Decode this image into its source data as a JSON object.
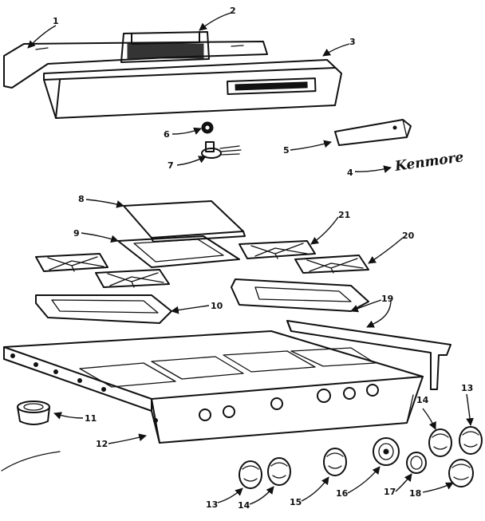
{
  "diagram": {
    "callouts": [
      "1",
      "2",
      "3",
      "4",
      "5",
      "6",
      "7",
      "8",
      "9",
      "10",
      "11",
      "12",
      "13",
      "14",
      "15",
      "16",
      "17",
      "18",
      "19",
      "20",
      "21"
    ],
    "brand_script": "Kenmore"
  }
}
